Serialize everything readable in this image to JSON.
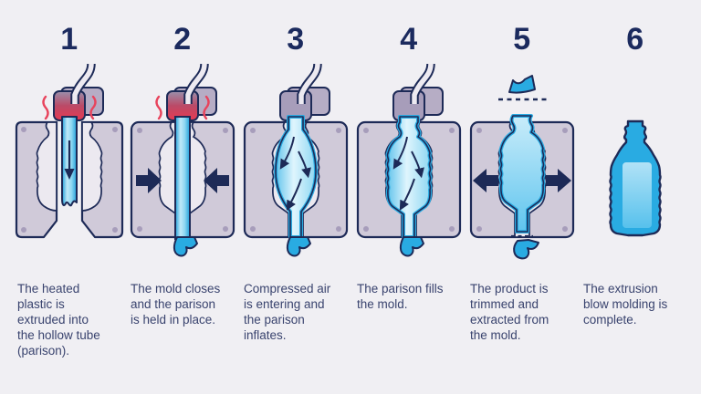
{
  "diagram": {
    "subject": "extrusion-blow-molding-process",
    "steps": [
      {
        "number": "1",
        "description": "The heated plastic is extruded into the hollow tube (parison)."
      },
      {
        "number": "2",
        "description": "The mold closes and the parison is held in place."
      },
      {
        "number": "3",
        "description": "Compressed air is entering and the parison inflates."
      },
      {
        "number": "4",
        "description": "The parison fills the mold."
      },
      {
        "number": "5",
        "description": "The product is trimmed and extracted from the mold."
      },
      {
        "number": "6",
        "description": "The extrusion blow molding is complete."
      }
    ],
    "colors": {
      "background": "#f0eff3",
      "outline_navy": "#1d2a57",
      "number_navy": "#1b2a5e",
      "text_navy": "#39436e",
      "mold_fill": "#d0cad9",
      "mold_cavity": "#ece9f0",
      "mold_bolt": "#a79dbb",
      "head_back": "#b6adc5",
      "head_gray": "#a79dba",
      "plastic_cyan": "#29abe2",
      "plastic_light": "#c9eefb",
      "heat_red": "#e8435c",
      "hose_white": "#edeaf1"
    }
  }
}
